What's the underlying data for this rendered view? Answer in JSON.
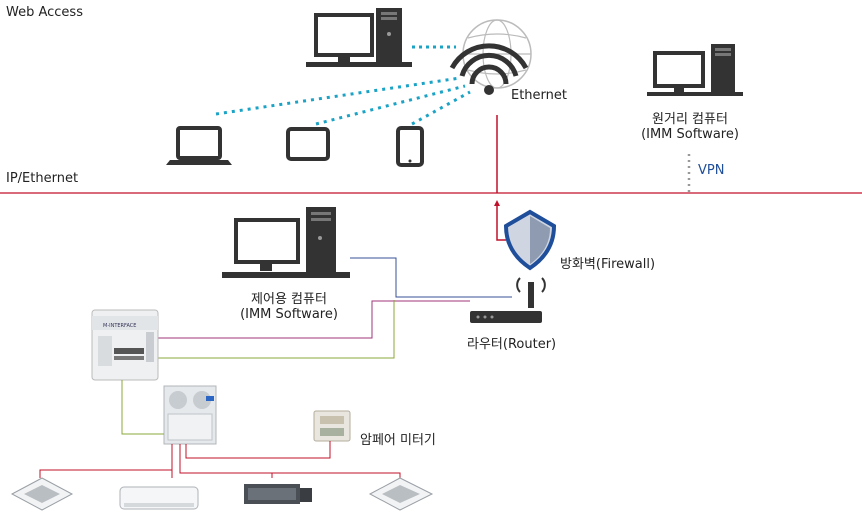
{
  "sections": {
    "web_access": "Web Access",
    "ip_ethernet": "IP/Ethernet"
  },
  "labels": {
    "ethernet": "Ethernet",
    "remote_pc_line1": "원거리 컴퓨터",
    "remote_pc_line2": "(IMM Software)",
    "vpn": "VPN",
    "control_pc_line1": "제어용 컴퓨터",
    "control_pc_line2": "(IMM  Software)",
    "firewall": "방화벽(Firewall)",
    "router": "라우터(Router)",
    "meter": "암페어 미터기",
    "interface_title": "M-INTERFACE"
  },
  "colors": {
    "ethernet_line": "#c0102a",
    "dotted_wifi": "#1ba3c6",
    "vpn_dots": "#999999",
    "firewall_blue": "#1f4e9a",
    "link_blue": "#3a4f9a",
    "link_purple": "#a0357a",
    "link_green": "#8aa838",
    "link_red": "#c0102a"
  },
  "icons": [
    "wifi-globe-icon",
    "desktop-pc-icon",
    "laptop-icon",
    "tablet-icon",
    "phone-icon",
    "shield-icon",
    "router-icon",
    "interface-module-icon",
    "outdoor-unit-icon",
    "ampere-meter-icon",
    "cassette-unit-icon",
    "wall-unit-icon",
    "duct-unit-icon"
  ]
}
